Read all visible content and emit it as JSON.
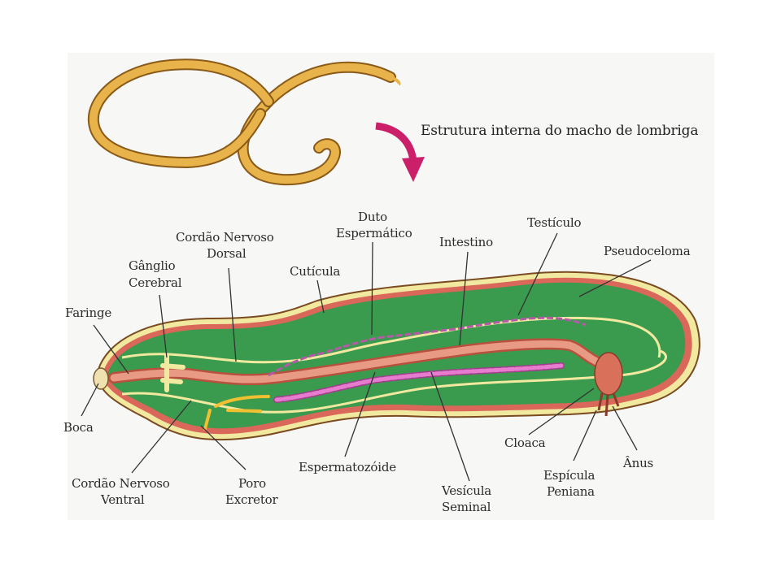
{
  "figure": {
    "title": "Estrutura interna do macho de lombriga",
    "colors": {
      "worm_gold": "#e8b34a",
      "body_green": "#3a9a4e",
      "cuticle_red": "#d9675a",
      "nerve_yellow": "#f2e9a0",
      "intestine_pink": "#e08a74",
      "testis_purple": "#b45aa6",
      "seminal_pink": "#e77ccf",
      "arrow_magenta": "#cc1f6a"
    }
  },
  "labels": {
    "faringe": "Faringe",
    "ganglio_1": "Gânglio",
    "ganglio_2": "Cerebral",
    "cordao_dorsal_1": "Cordão Nervoso",
    "cordao_dorsal_2": "Dorsal",
    "cuticula": "Cutícula",
    "duto_1": "Duto",
    "duto_2": "Espermático",
    "intestino": "Intestino",
    "testiculo": "Testículo",
    "pseudoceloma": "Pseudoceloma",
    "boca": "Boca",
    "cordao_ventral_1": "Cordão Nervoso",
    "cordao_ventral_2": "Ventral",
    "poro_1": "Poro",
    "poro_2": "Excretor",
    "espermatozoide": "Espermatozóide",
    "vesicula_1": "Vesícula",
    "vesicula_2": "Seminal",
    "cloaca": "Cloaca",
    "especula_1": "Espícula",
    "especula_2": "Peniana",
    "anus": "Ânus"
  }
}
